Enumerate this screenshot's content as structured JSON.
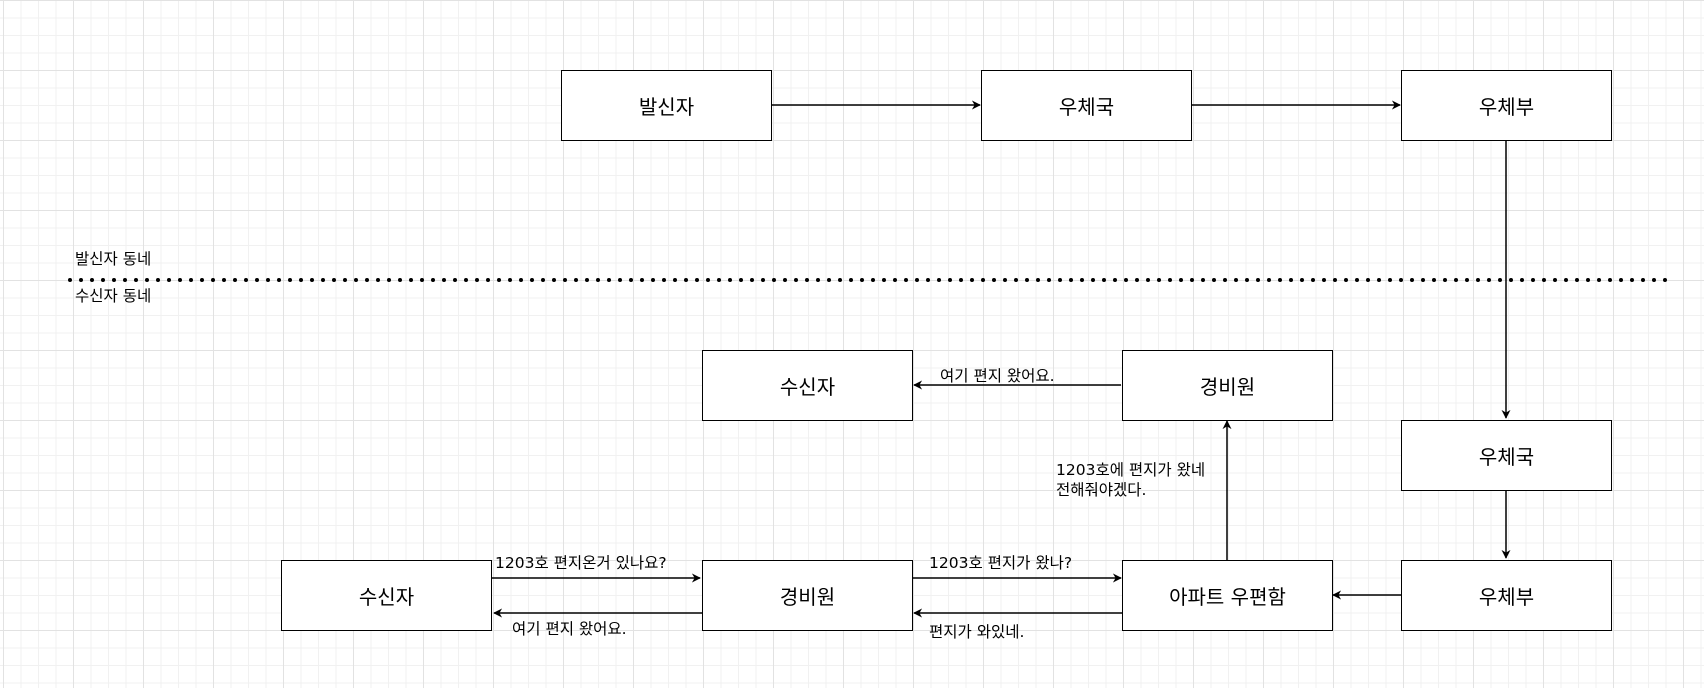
{
  "regions": {
    "sender_area": "발신자 동네",
    "receiver_area": "수신자 동네"
  },
  "nodes": {
    "sender": "발신자",
    "post_office_1": "우체국",
    "postal_ministry_1": "우체부",
    "post_office_2": "우체국",
    "postal_ministry_2": "우체부",
    "apt_mailbox": "아파트 우편함",
    "guard_top": "경비원",
    "receiver_top": "수신자",
    "guard_bottom": "경비원",
    "receiver_bottom": "수신자"
  },
  "edge_labels": {
    "guard_to_receiver_top": "여기 편지 왔어요.",
    "mailbox_to_guard_top": "1203호에 편지가 왔네\n전해줘야겠다.",
    "receiver_to_guard": "1203호 편지온거 있나요?",
    "guard_to_receiver": "여기 편지 왔어요.",
    "guard_to_mailbox": "1203호 편지가 왔나?",
    "mailbox_to_guard": "편지가 와있네."
  }
}
